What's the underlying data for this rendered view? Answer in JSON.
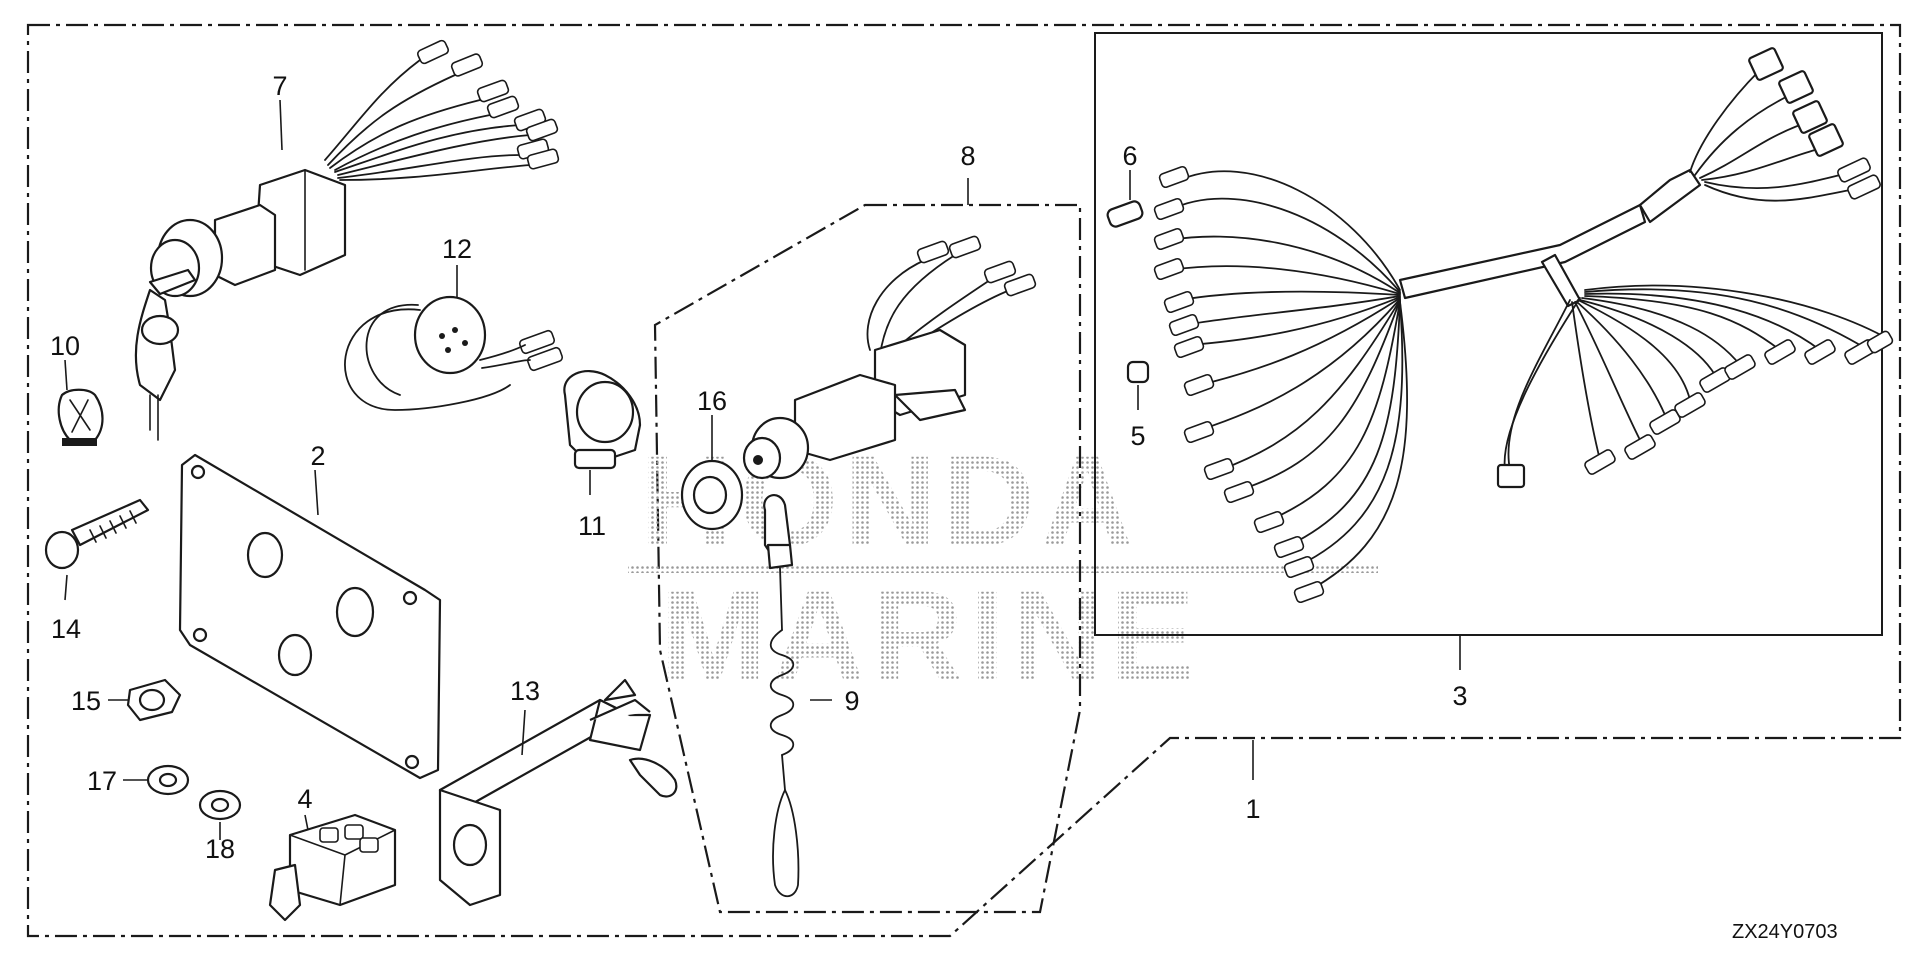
{
  "watermark": {
    "line1": "HONDA",
    "line2": "MARINE"
  },
  "diagram_code": "ZX24Y0703",
  "callouts": [
    {
      "id": "c1",
      "label": "1"
    },
    {
      "id": "c2",
      "label": "2"
    },
    {
      "id": "c3",
      "label": "3"
    },
    {
      "id": "c4",
      "label": "4"
    },
    {
      "id": "c5",
      "label": "5"
    },
    {
      "id": "c6",
      "label": "6"
    },
    {
      "id": "c7",
      "label": "7"
    },
    {
      "id": "c8",
      "label": "8"
    },
    {
      "id": "c9",
      "label": "9"
    },
    {
      "id": "c10",
      "label": "10"
    },
    {
      "id": "c11",
      "label": "11"
    },
    {
      "id": "c12",
      "label": "12"
    },
    {
      "id": "c13",
      "label": "13"
    },
    {
      "id": "c14",
      "label": "14"
    },
    {
      "id": "c15",
      "label": "15"
    },
    {
      "id": "c16",
      "label": "16"
    },
    {
      "id": "c17",
      "label": "17"
    },
    {
      "id": "c18",
      "label": "18"
    }
  ]
}
